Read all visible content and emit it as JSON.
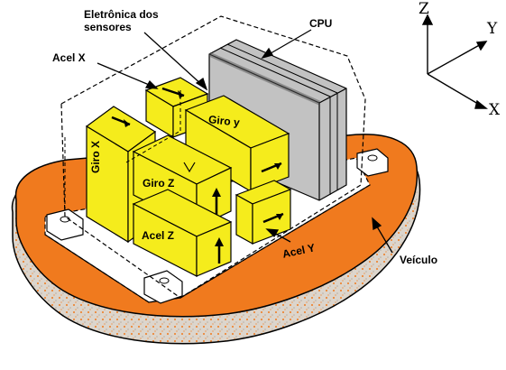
{
  "labels": {
    "sensor_electronics_line1": "Eletrônica dos",
    "sensor_electronics_line2": "sensores",
    "cpu": "CPU",
    "accel_x": "Acel X",
    "gyro_x": "Giro X",
    "gyro_y": "Giro y",
    "gyro_z": "Giro Z",
    "accel_z": "Acel Z",
    "accel_y": "Acel Y",
    "vehicle": "Veículo"
  },
  "axes": {
    "z": "Z",
    "y": "Y",
    "x": "X"
  },
  "colors": {
    "vehicle_orange": "#f07a1e",
    "vehicle_shadow": "#d9d2c8",
    "sensor_yellow": "#f5ec1c",
    "cpu_gray": "#c2c2c2",
    "outline": "#000000"
  }
}
